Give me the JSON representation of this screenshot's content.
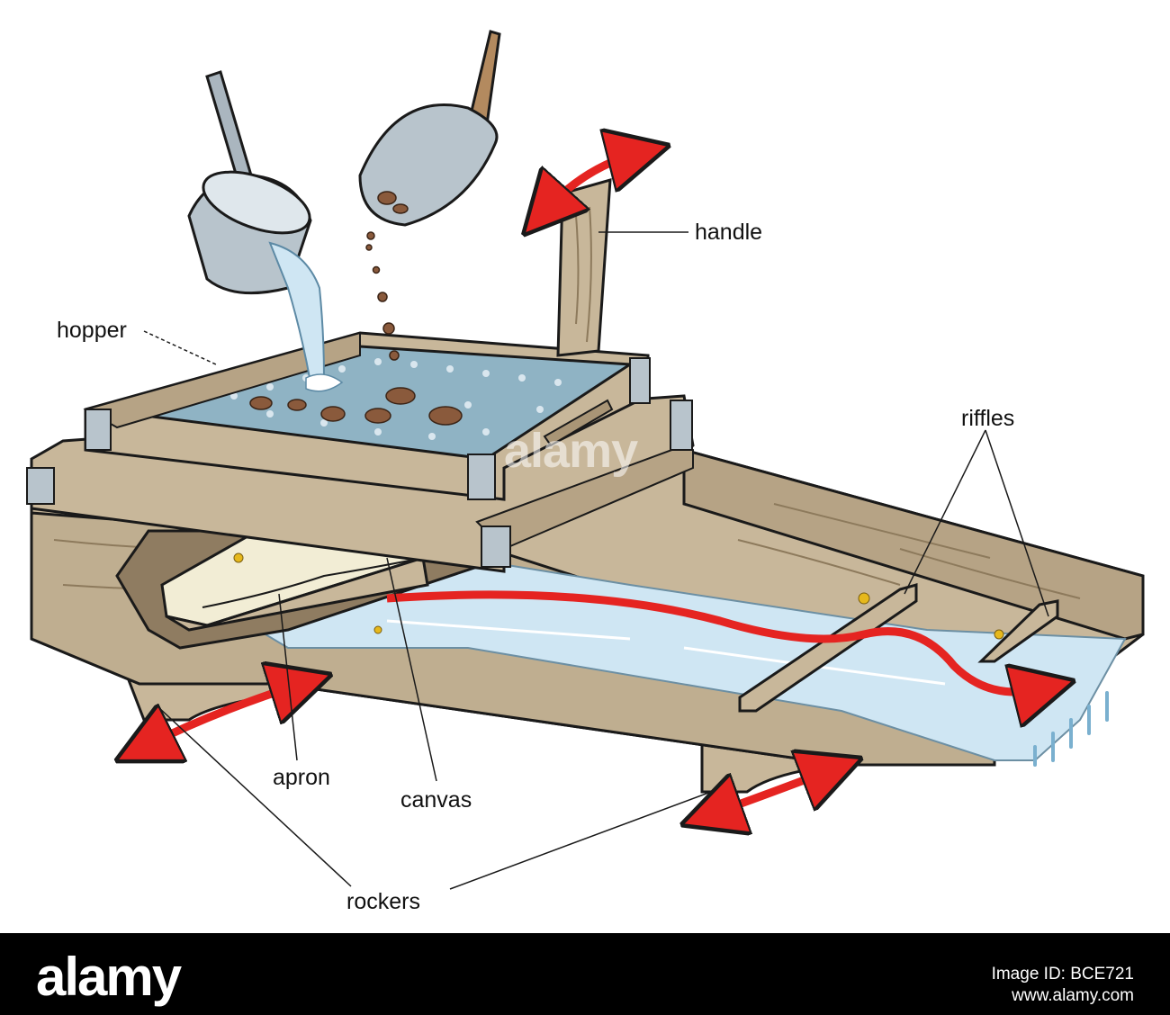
{
  "labels": {
    "handle": "handle",
    "hopper": "hopper",
    "riffles": "riffles",
    "apron": "apron",
    "canvas": "canvas",
    "rockers": "rockers"
  },
  "watermark": {
    "text": "alamy",
    "footer_logo": "alamy",
    "image_id": "Image ID: BCE721",
    "site": "www.alamy.com"
  },
  "colors": {
    "wood": "#c8b79a",
    "wood_dark": "#a99576",
    "water": "#cfe6f3",
    "arrow": "#e52421",
    "metal": "#b8c4cc",
    "gold": "#e6b81c",
    "soil": "#8a5a3c"
  }
}
